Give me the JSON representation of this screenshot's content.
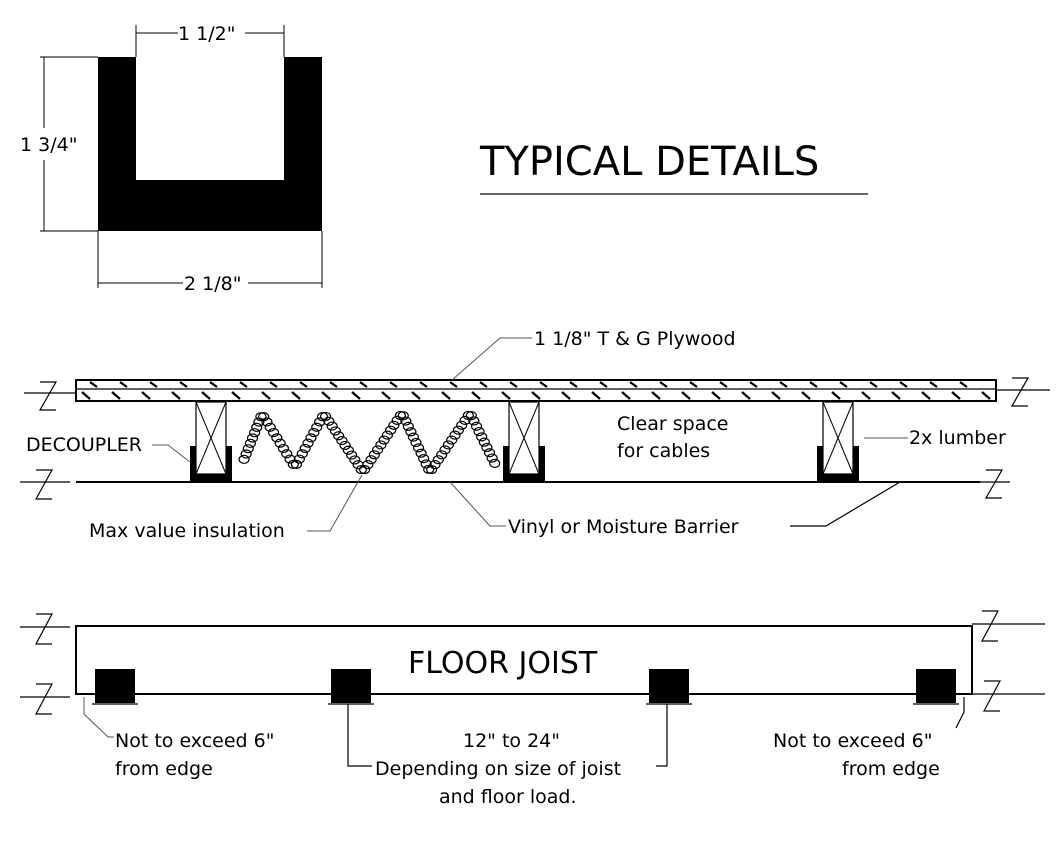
{
  "title": "TYPICAL DETAILS",
  "decoupler_profile": {
    "dims": {
      "inner_width": "1 1/2\"",
      "height": "1 3/4\"",
      "outer_width": "2 1/8\""
    }
  },
  "floor_section": {
    "labels": {
      "plywood": "1 1/8\" T & G Plywood",
      "decoupler": "DECOUPLER",
      "clear_space_1": "Clear space",
      "clear_space_2": "for cables",
      "lumber": "2x lumber",
      "insulation": "Max value insulation",
      "barrier": "Vinyl or Moisture Barrier"
    }
  },
  "joist_plan": {
    "joist_label": "FLOOR JOIST",
    "left_note_1": "Not to exceed 6\"",
    "left_note_2": "from edge",
    "spacing_1": "12\" to 24\"",
    "spacing_2": "Depending on size of joist",
    "spacing_3": "and floor load.",
    "right_note_1": "Not to exceed 6\"",
    "right_note_2": "from edge"
  }
}
